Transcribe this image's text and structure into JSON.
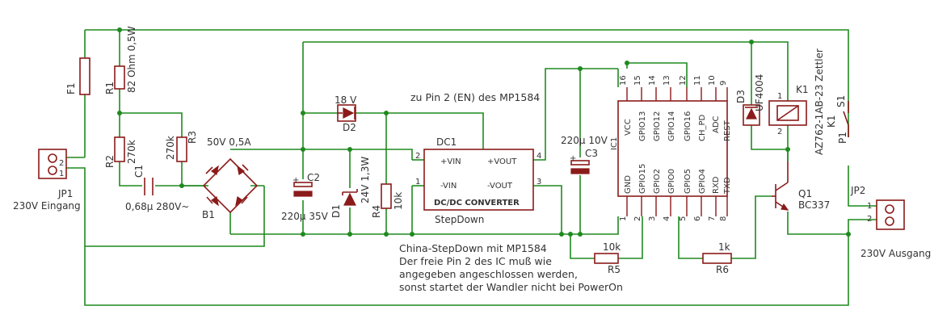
{
  "parts": {
    "F1": "F1",
    "R1": "R1",
    "R1_val": "82 Ohm 0,5W",
    "R2": "R2",
    "R2_val": "270k",
    "R3": "R3",
    "R3_val": "270k",
    "C1": "C1",
    "C1_val": "0,68µ 280V~",
    "B1": "B1",
    "B1_val": "50V 0,5A",
    "JP1": "JP1",
    "JP1_desc": "230V Eingang",
    "C2": "C2",
    "C2_val": "220µ 35V",
    "D1": "D1",
    "D1_val": "24V 1,3W",
    "D2": "D2",
    "D2_val": "18 V",
    "R4": "R4",
    "R4_val": "10k",
    "DC1": "DC1",
    "C3": "C3",
    "C3_val": "220µ 10V",
    "R5": "R5",
    "R5_val": "10k",
    "R6": "R6",
    "R6_val": "1k",
    "D3": "D3",
    "D3_val": "UF4004",
    "K1": "K1",
    "K1_val": "AZ762-1AB-23 Zettler",
    "S1": "S1",
    "P1": "P1",
    "Q1": "Q1",
    "Q1_val": "BC337",
    "JP2": "JP2",
    "JP2_desc": "230V Ausgang",
    "IC1": "IC1"
  },
  "dcdc": {
    "vin_p": "+VIN",
    "vout_p": "+VOUT",
    "vin_n": "-VIN",
    "vout_n": "-VOUT",
    "label": "DC/DC CONVERTER",
    "name": "StepDown",
    "pin1": "1",
    "pin2": "2",
    "pin3": "3",
    "pin4": "4"
  },
  "ic": {
    "top_labels": [
      "VCC",
      "GPIO13",
      "GPIO12",
      "GPIO14",
      "GPIO16",
      "CH_PD",
      "ADC",
      "REST"
    ],
    "bottom_labels": [
      "GND",
      "GPIO15",
      "GPIO2",
      "GPIO0",
      "GPIO5",
      "GPIO4",
      "RXD",
      "TXD"
    ],
    "top_pins": [
      "16",
      "15",
      "14",
      "13",
      "12",
      "11",
      "10",
      "9"
    ],
    "bottom_pins": [
      "1",
      "2",
      "3",
      "4",
      "5",
      "6",
      "7",
      "8"
    ]
  },
  "jp_pins": {
    "p1": "1",
    "p2": "2"
  },
  "relay_pins": {
    "p1": "1",
    "p2": "2"
  },
  "notes": {
    "en": "zu Pin 2 (EN) des MP1584",
    "line1": "China-StepDown mit MP1584",
    "line2": "Der freie Pin 2 des IC muß wie",
    "line3": "angegeben angeschlossen werden,",
    "line4": "sonst startet der Wandler nicht bei PowerOn"
  }
}
